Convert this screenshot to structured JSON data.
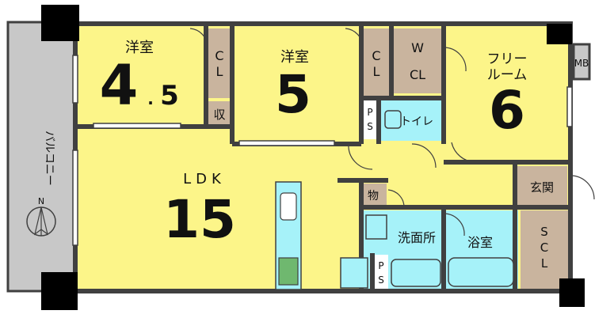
{
  "floorplan": {
    "rooms": {
      "western1": {
        "name": "洋室",
        "size": "4.5",
        "size_main": "4",
        "size_frac": "5"
      },
      "western2": {
        "name": "洋室",
        "size": "5"
      },
      "free_room": {
        "name": "フリールーム",
        "name_line1": "フリー",
        "name_line2": "ルーム",
        "size": "6"
      },
      "ldk": {
        "name": "LDK",
        "size": "15"
      },
      "balcony": {
        "name": "バルコニー"
      },
      "cl1": {
        "name": "CL",
        "l1": "C",
        "l2": "L"
      },
      "cl2": {
        "name": "CL",
        "l1": "C",
        "l2": "L"
      },
      "wcl": {
        "name": "WCL",
        "l1": "W",
        "l2": "CL"
      },
      "mb": {
        "name": "MB"
      },
      "storage_small": {
        "name": "収"
      },
      "ps1": {
        "name": "PS",
        "l1": "P",
        "l2": "S"
      },
      "ps2": {
        "name": "PS",
        "l1": "P",
        "l2": "S"
      },
      "toilet": {
        "name": "トイレ"
      },
      "closet": {
        "name": "物"
      },
      "entrance": {
        "name": "玄関"
      },
      "washroom": {
        "name": "洗面所"
      },
      "bathroom": {
        "name": "浴室"
      },
      "scl": {
        "name": "SCL",
        "l1": "S",
        "l2": "C",
        "l3": "L"
      },
      "north": {
        "name": "N"
      }
    },
    "colors": {
      "room_yellow": "#fcf589",
      "balcony_gray": "#c8c8c8",
      "wet_cyan": "#a6f2f9",
      "storage_brown": "#c9b49e",
      "wall": "#404040"
    }
  }
}
